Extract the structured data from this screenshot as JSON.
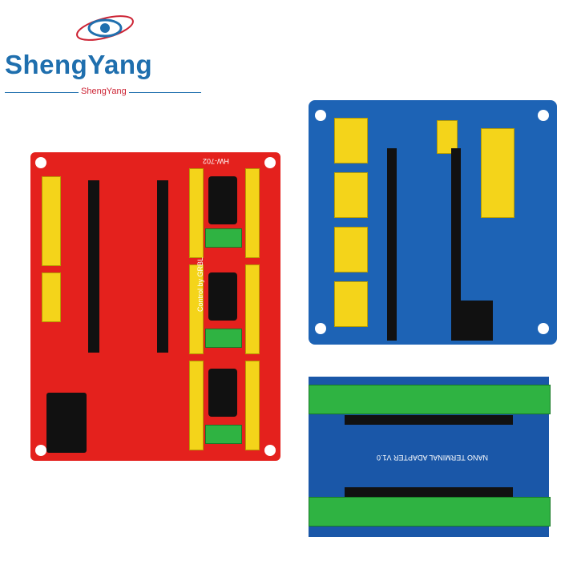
{
  "logo": {
    "brand": "ShengYang",
    "subtitle": "ShengYang",
    "colors": {
      "brand": "#1f6fae",
      "accent": "#cc2233"
    }
  },
  "red_board": {
    "model": "HW-702",
    "caption": "Control by GRBL",
    "color": "#e4211d"
  },
  "blue_board": {
    "color": "#1d63b5"
  },
  "terminal_board": {
    "caption": "NANO TERMINAL ADAPTER V1.0",
    "color": "#1a57a8"
  }
}
